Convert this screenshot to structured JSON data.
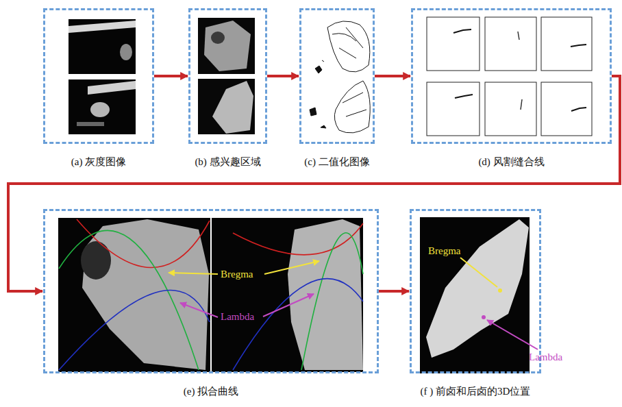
{
  "diagram": {
    "nodes": [
      {
        "text": [
          "(a) 灰度图像"
        ]
      },
      {
        "text": [
          "(b) 感兴趣区域"
        ]
      },
      {
        "text": [
          "(c) 二值化图像"
        ]
      },
      {
        "text": [
          "(d) 风割缝合线"
        ]
      },
      {
        "text": [
          "(e) 拟合曲线"
        ]
      },
      {
        "text": [
          "(f ) 前卤和后卤的3D位置"
        ]
      }
    ],
    "edges": [
      {
        "from": 0,
        "to": 1,
        "arrow": "to"
      },
      {
        "from": 1,
        "to": 2,
        "arrow": "to"
      },
      {
        "from": 2,
        "to": 3,
        "arrow": "to"
      },
      {
        "from": 3,
        "to": 4,
        "arrow": "to"
      },
      {
        "from": 4,
        "to": 5,
        "arrow": "to"
      }
    ],
    "labels": [
      "Bregma",
      "Lambda",
      "Bregma",
      "Lambda"
    ]
  }
}
